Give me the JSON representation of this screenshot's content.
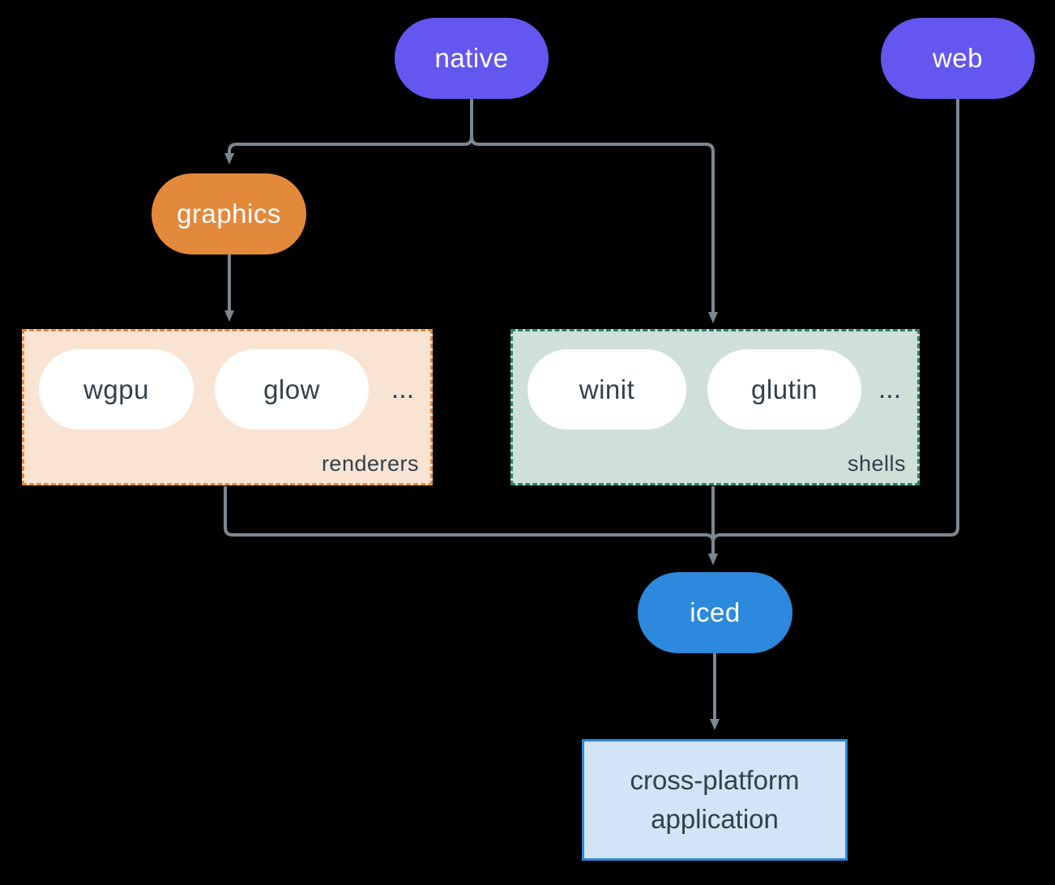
{
  "diagram": {
    "nodes": {
      "native": {
        "label": "native",
        "color": "#6357F0",
        "text_color": "#FFFFFF"
      },
      "web": {
        "label": "web",
        "color": "#6357F0",
        "text_color": "#FFFFFF"
      },
      "graphics": {
        "label": "graphics",
        "color": "#E3893C",
        "text_color": "#FFFFFF"
      },
      "iced": {
        "label": "iced",
        "color": "#2D89DB",
        "text_color": "#FFFFFF"
      },
      "app": {
        "label": "cross-platform application",
        "bg": "#D2E4F6",
        "border": "#2D89DB",
        "text_color": "#31404C"
      }
    },
    "groups": {
      "renderers": {
        "label": "renderers",
        "ellipsis": "...",
        "items": [
          {
            "label": "wgpu"
          },
          {
            "label": "glow"
          }
        ],
        "bg": "#F9E4D4",
        "border": "#E3893C"
      },
      "shells": {
        "label": "shells",
        "ellipsis": "...",
        "items": [
          {
            "label": "winit"
          },
          {
            "label": "glutin"
          }
        ],
        "bg": "#CFE0D9",
        "border": "#2E7F6E"
      }
    },
    "edges": [
      {
        "from": "native",
        "to": "graphics"
      },
      {
        "from": "native",
        "to": "shells"
      },
      {
        "from": "graphics",
        "to": "renderers"
      },
      {
        "from": "renderers",
        "to": "iced"
      },
      {
        "from": "shells",
        "to": "iced"
      },
      {
        "from": "web",
        "to": "iced"
      },
      {
        "from": "iced",
        "to": "app"
      }
    ],
    "colors": {
      "background": "#000000",
      "edge": "#7A8793",
      "item_pill_bg": "#FFFFFF",
      "dark_text": "#31404C"
    }
  }
}
